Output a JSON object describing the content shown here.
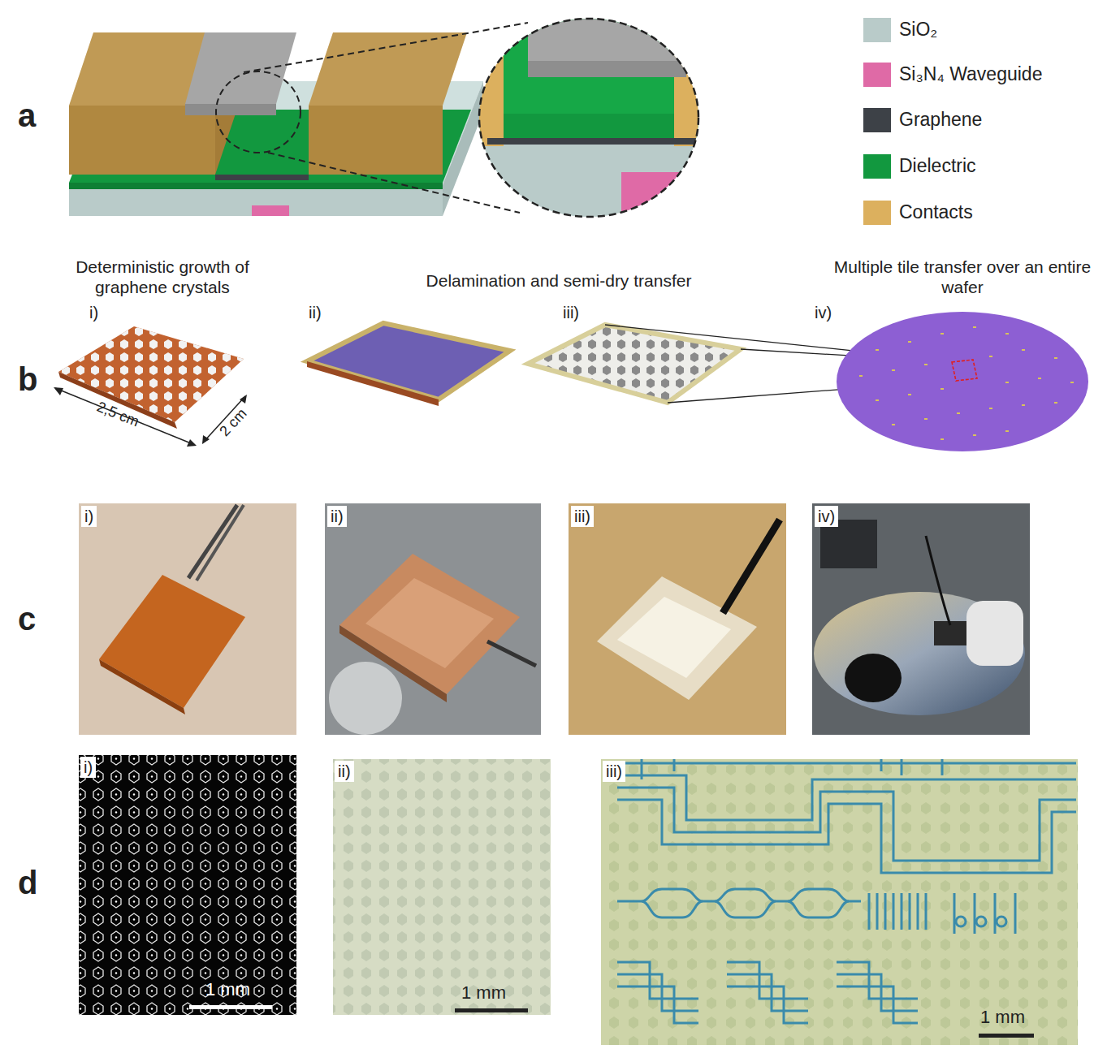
{
  "diagram": {
    "labels": [
      "a",
      "b",
      "c",
      "d",
      "Deterministic growth of graphene crystals",
      "Delamination and semi-dry transfer",
      "Multiple tile transfer over an entire wafer",
      "i)",
      "ii)",
      "iii)",
      "iv)",
      "2,5 cm",
      "2 cm",
      "i)",
      "ii)",
      "iii)",
      "iv)",
      "i)",
      "ii)",
      "iii)",
      "1 mm",
      "1 mm",
      "1 mm"
    ],
    "legend": [
      {
        "text": "SiO₂",
        "color": "#b9cbc9"
      },
      {
        "text": "Si₃N₄ Waveguide",
        "color": "#df6aa6"
      },
      {
        "text": "Graphene",
        "color": "#3d4147"
      },
      {
        "text": "Dielectric",
        "color": "#12983f"
      },
      {
        "text": "Contacts",
        "color": "#dcb05e"
      }
    ]
  }
}
